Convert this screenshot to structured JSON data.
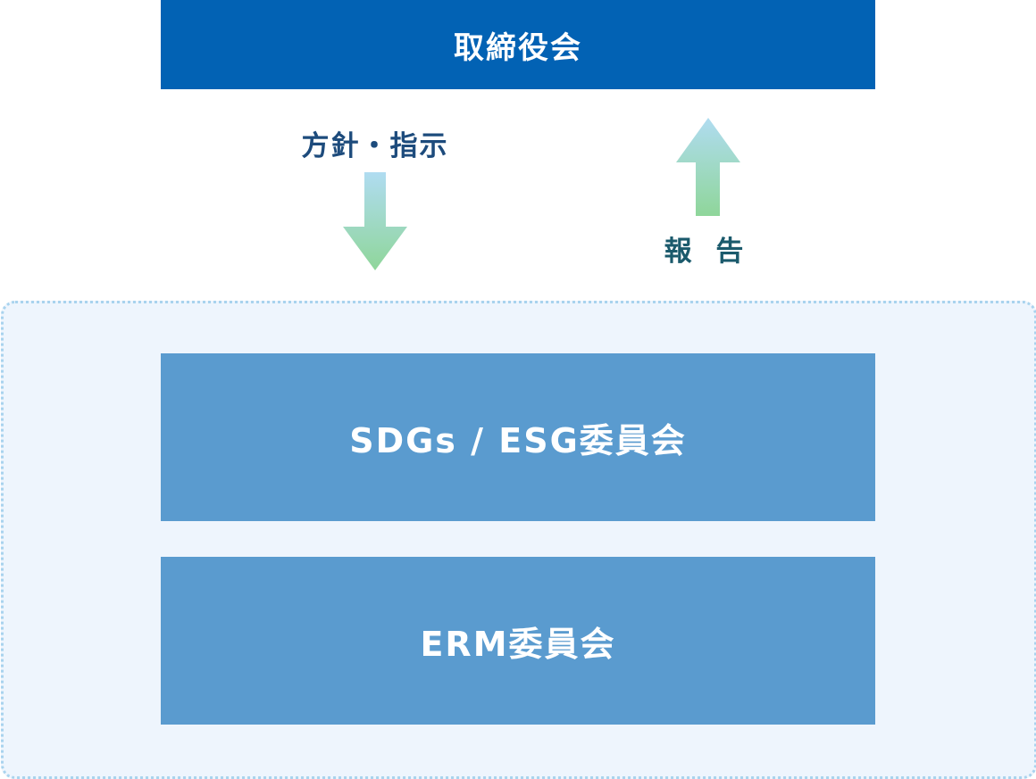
{
  "board": {
    "label": "取締役会"
  },
  "flow": {
    "down_label": "方針・指示",
    "up_label": "報 告"
  },
  "committees": [
    {
      "label": "SDGs / ESG委員会"
    },
    {
      "label": "ERM委員会"
    }
  ],
  "colors": {
    "board_bg": "#0262b4",
    "committee_bg": "#5a9bcf",
    "group_bg": "#eef5fd",
    "group_border": "#a9d3ee",
    "arrow_top": "#b0dcf1",
    "arrow_bottom": "#8fd69a",
    "policy_text": "#1d4b7c",
    "report_text": "#1b5a6c"
  }
}
